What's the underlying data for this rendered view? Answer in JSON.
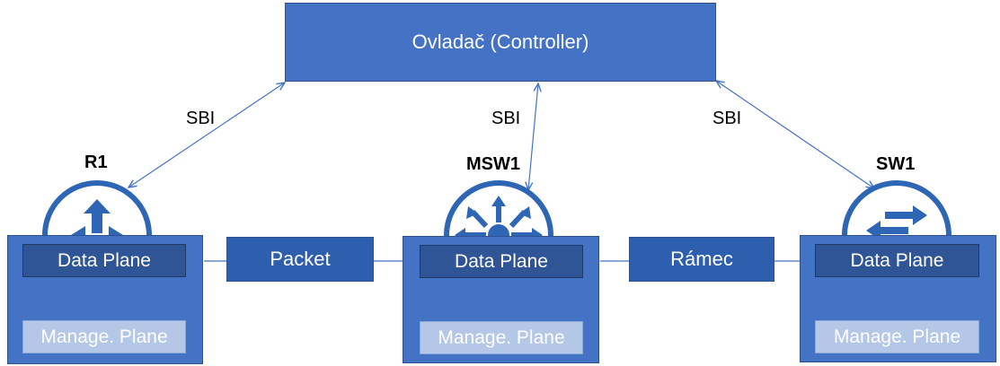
{
  "controller": {
    "label": "Ovladač (Controller)"
  },
  "sbi_label": "SBI",
  "devices": [
    {
      "name": "R1",
      "data_plane": "Data Plane",
      "management_plane": "Manage. Plane"
    },
    {
      "name": "MSW1",
      "data_plane": "Data Plane",
      "management_plane": "Manage. Plane"
    },
    {
      "name": "SW1",
      "data_plane": "Data Plane",
      "management_plane": "Manage. Plane"
    }
  ],
  "links": [
    {
      "label": "Packet"
    },
    {
      "label": "Rámec"
    }
  ],
  "colors": {
    "box": "#4472c4",
    "dark_box": "#2f5597",
    "light_box": "#b4c7e7",
    "icon": "#2e66b5"
  }
}
